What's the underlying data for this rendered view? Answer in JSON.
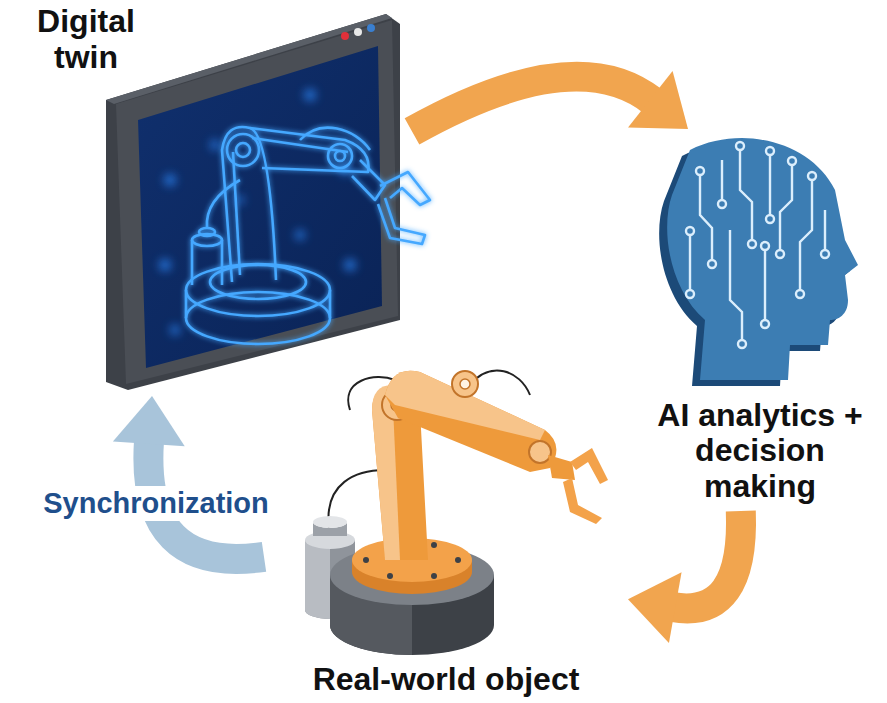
{
  "diagram": {
    "nodes": [
      {
        "text": [
          "Digital twin"
        ]
      },
      {
        "text": [
          "AI analytics + decision making"
        ]
      },
      {
        "text": [
          "Real-world object"
        ]
      }
    ],
    "edges": [
      {
        "from": 0,
        "to": 1,
        "arrow": "to"
      },
      {
        "from": 1,
        "to": 2,
        "arrow": "to"
      },
      {
        "from": 2,
        "to": 0,
        "label": "Synchronization",
        "arrow": "to"
      }
    ]
  }
}
